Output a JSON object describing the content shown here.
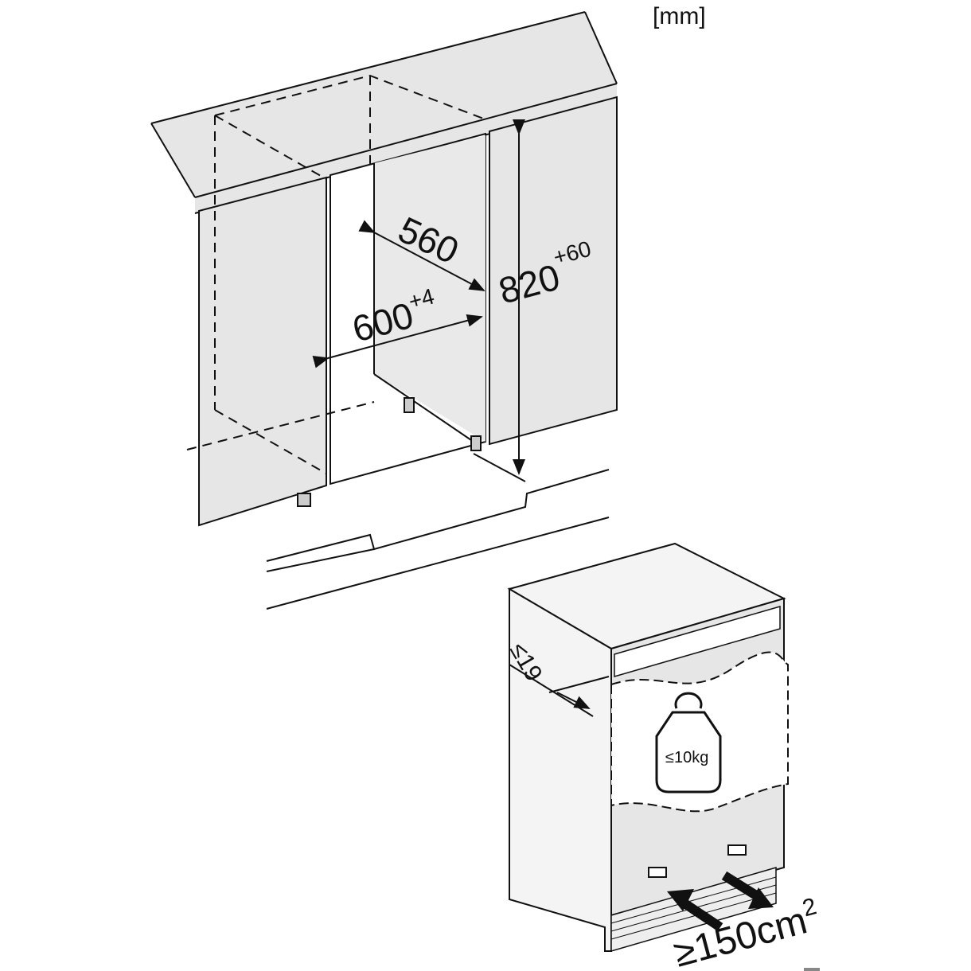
{
  "unit_label": "[mm]",
  "dimensions": {
    "depth": "560",
    "width": "600",
    "width_tolerance": "+4",
    "height": "820",
    "height_tolerance": "+60",
    "door_gap": "≤19",
    "max_door_weight": "≤10kg",
    "ventilation_area": "≥150cm",
    "ventilation_exponent": "2"
  },
  "colors": {
    "panel": "#e6e6e6",
    "line": "#111111",
    "light": "#f4f4f4"
  }
}
